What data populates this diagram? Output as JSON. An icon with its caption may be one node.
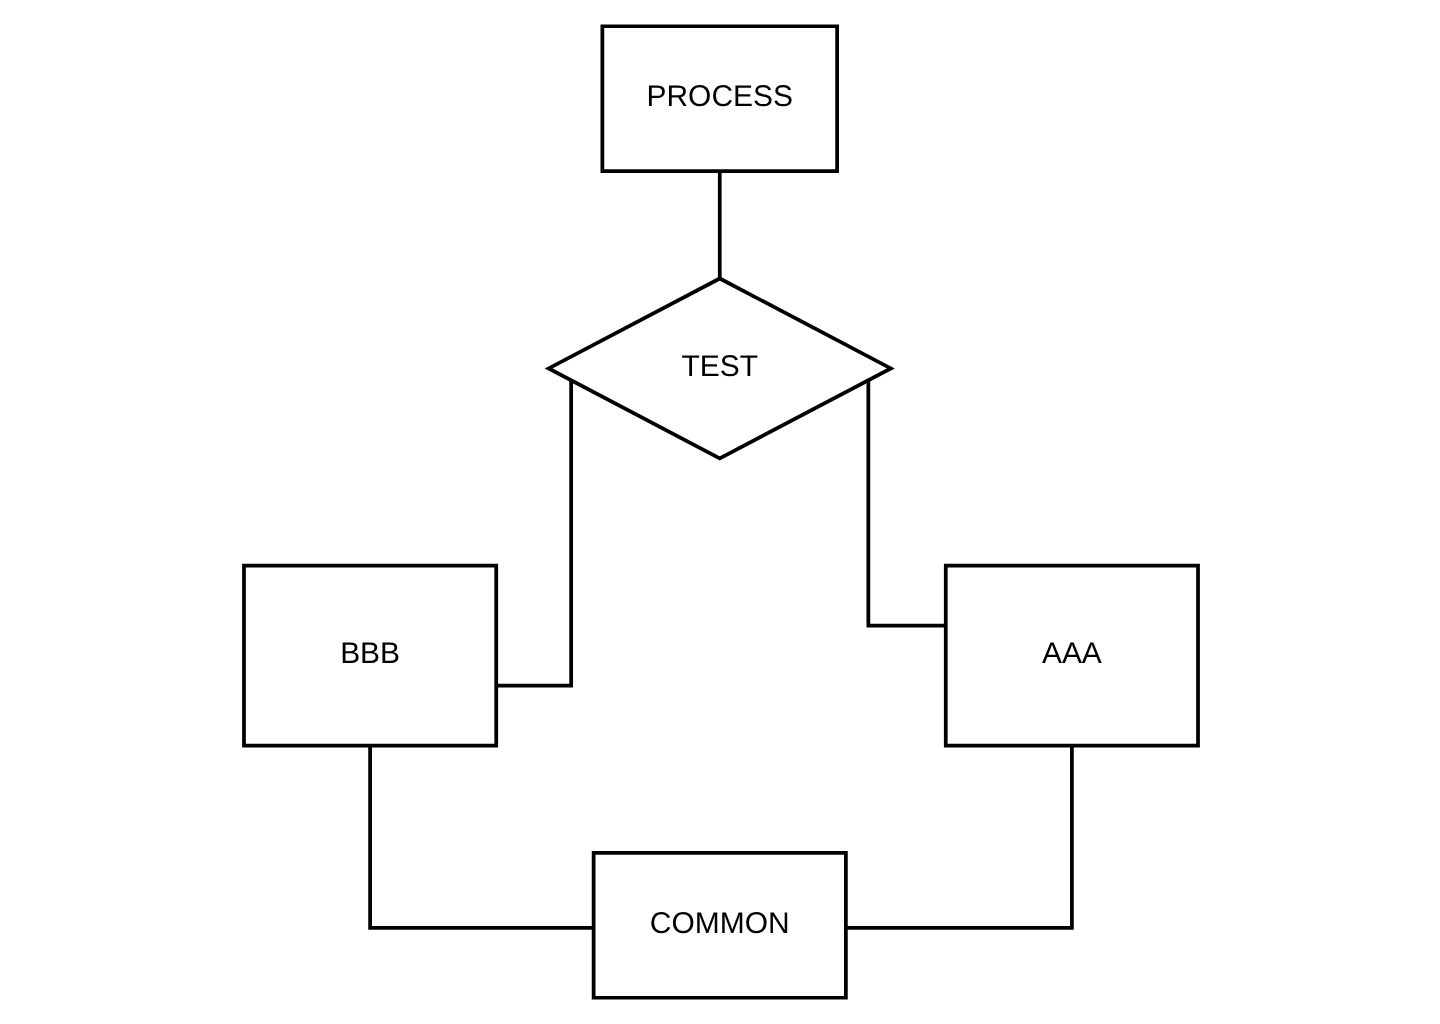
{
  "diagram": {
    "nodes": [
      {
        "text": [
          "PROCESS"
        ]
      },
      {
        "text": [
          "TEST"
        ]
      },
      {
        "text": [
          "BBB"
        ]
      },
      {
        "text": [
          "AAA"
        ]
      },
      {
        "text": [
          "COMMON"
        ]
      }
    ],
    "edges": [
      {
        "from": 0,
        "to": 1,
        "arrow": "none"
      },
      {
        "from": 1,
        "to": 2,
        "arrow": "none"
      },
      {
        "from": 1,
        "to": 3,
        "arrow": "none"
      },
      {
        "from": 2,
        "to": 4,
        "arrow": "none"
      },
      {
        "from": 3,
        "to": 4,
        "arrow": "none"
      }
    ]
  }
}
